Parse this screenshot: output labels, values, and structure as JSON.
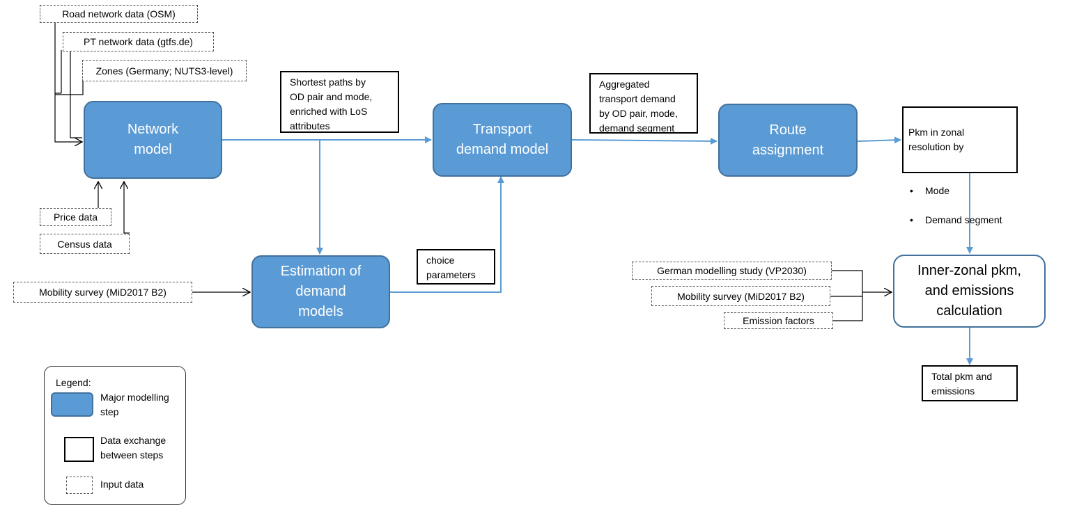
{
  "inputs": {
    "road_network": "Road network data (OSM)",
    "pt_network": "PT network data (gtfs.de)",
    "zones": "Zones (Germany; NUTS3-level)",
    "price_data": "Price data",
    "census_data": "Census data",
    "mobility_survey_left": "Mobility survey (MiD2017 B2)",
    "german_modelling_study": "German modelling study (VP2030)",
    "mobility_survey_right": "Mobility survey (MiD2017 B2)",
    "emission_factors": "Emission factors"
  },
  "steps": {
    "network_model": "Network\nmodel",
    "transport_demand_model": "Transport\ndemand model",
    "route_assignment": "Route\nassignment",
    "estimation_of_demand_models": "Estimation of\ndemand\nmodels",
    "inner_zonal_calculation": "Inner-zonal pkm,\nand emissions\ncalculation"
  },
  "data_exchange": {
    "shortest_paths": "Shortest paths by\nOD pair and mode,\nenriched with LoS\nattributes",
    "aggregated_demand": "Aggregated\ntransport demand\nby OD pair, mode,\ndemand segment",
    "pkm_zonal": {
      "heading": "Pkm in zonal\nresolution by",
      "items": [
        "Mode",
        "Demand segment"
      ]
    },
    "choice_parameters": "choice\nparameters",
    "total_pkm": "Total pkm and\nemissions"
  },
  "legend": {
    "title": "Legend:",
    "major_step": "Major modelling\nstep",
    "data_exchange": "Data exchange\nbetween steps",
    "input_data": "Input data"
  },
  "colors": {
    "step_fill": "#5b9bd5",
    "step_border": "#41719c",
    "flow_arrow": "#5b9bd5",
    "input_arrow": "#000000"
  }
}
